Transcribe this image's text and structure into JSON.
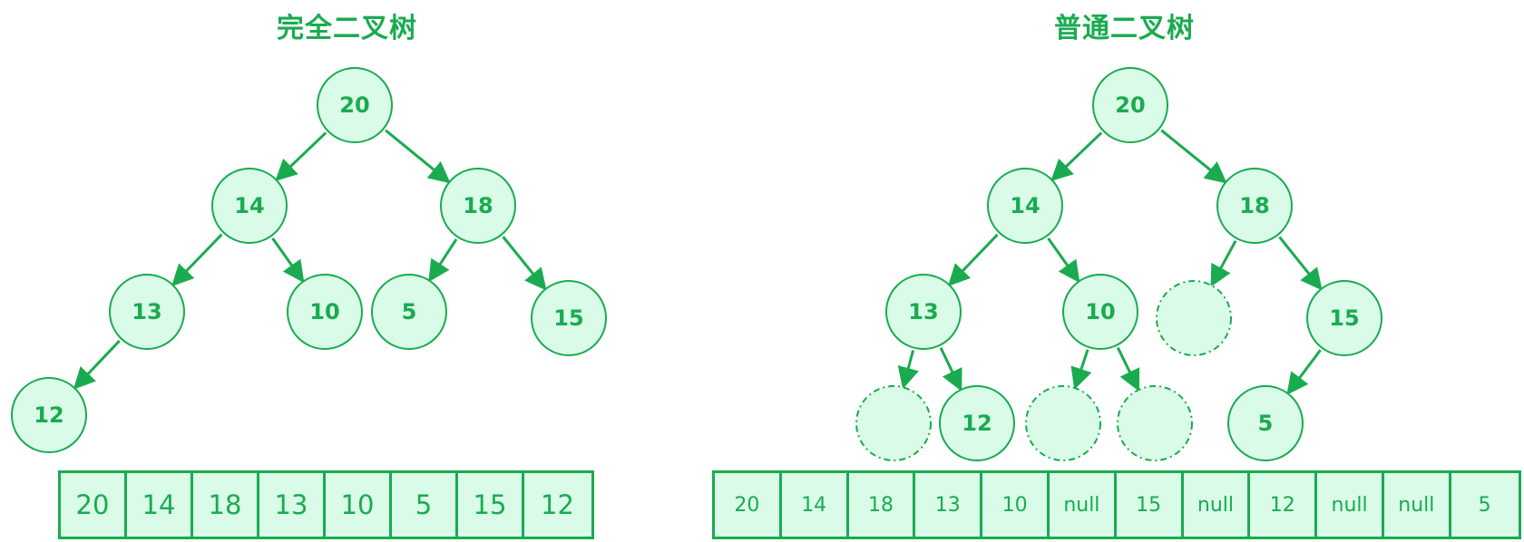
{
  "diagrams": [
    {
      "title": "完全二叉树",
      "nodes": [
        "20",
        "14",
        "18",
        "13",
        "10",
        "5",
        "15",
        "12"
      ],
      "array": [
        "20",
        "14",
        "18",
        "13",
        "10",
        "5",
        "15",
        "12"
      ]
    },
    {
      "title": "普通二叉树",
      "nodes": [
        "20",
        "14",
        "18",
        "13",
        "10",
        "",
        "15",
        "",
        "12",
        "",
        "",
        "5"
      ],
      "array": [
        "20",
        "14",
        "18",
        "13",
        "10",
        "null",
        "15",
        "null",
        "12",
        "null",
        "null",
        "5"
      ]
    }
  ],
  "colors": {
    "stroke": "#1aab50",
    "fill": "#d9fbe7",
    "text": "#1aab50"
  }
}
